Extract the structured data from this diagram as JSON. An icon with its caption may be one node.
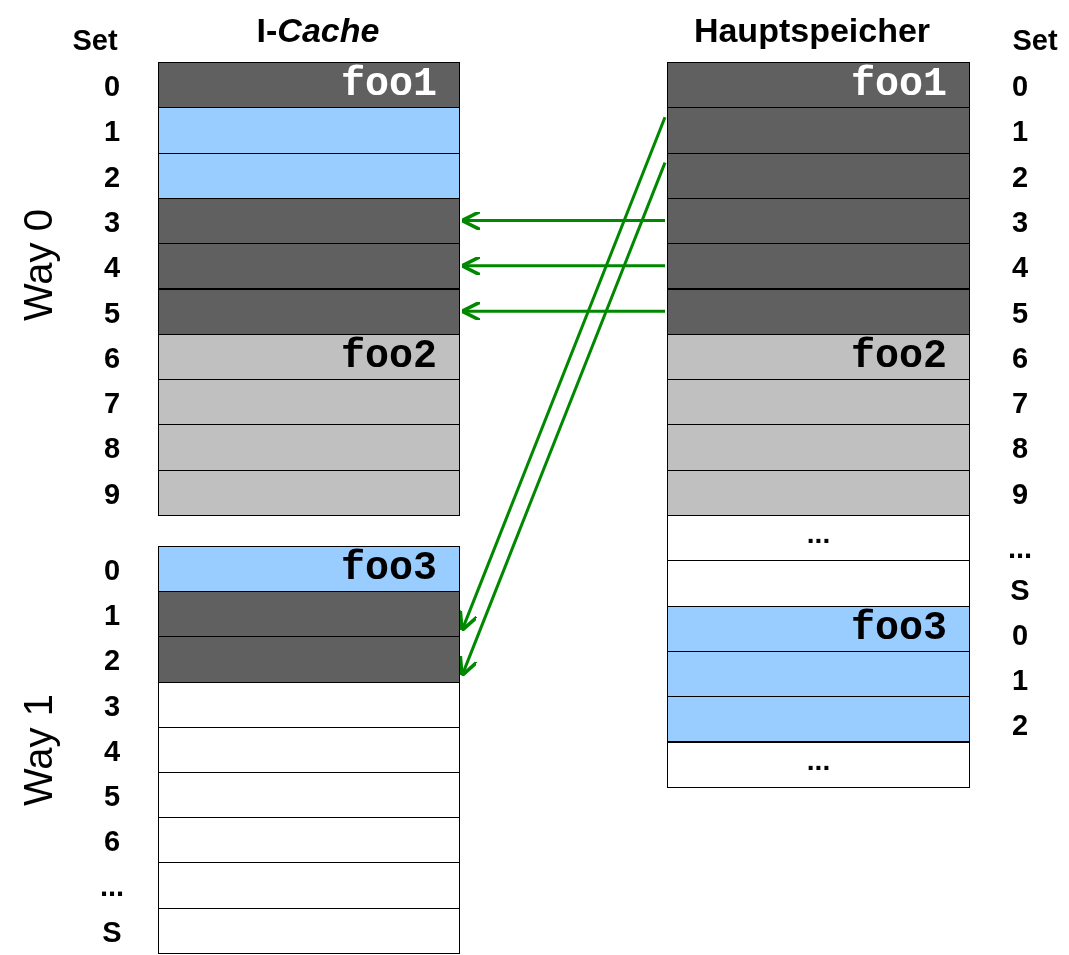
{
  "diagram": {
    "nodes": [
      {
        "text": [
          "foo1"
        ]
      },
      {
        "text": [],
        "shape": "box"
      },
      {
        "text": [],
        "shape": "box"
      },
      {
        "text": [],
        "shape": "box"
      },
      {
        "text": [],
        "shape": "box"
      },
      {
        "text": [],
        "shape": "box"
      },
      {
        "text": [
          "foo2"
        ]
      },
      {
        "text": [],
        "shape": "box"
      },
      {
        "text": [],
        "shape": "box"
      },
      {
        "text": [],
        "shape": "box"
      },
      {
        "text": [
          "foo3"
        ]
      },
      {
        "text": [],
        "shape": "box"
      },
      {
        "text": [],
        "shape": "box"
      },
      {
        "text": [],
        "shape": "box"
      },
      {
        "text": [],
        "shape": "box"
      },
      {
        "text": [],
        "shape": "box"
      },
      {
        "text": [],
        "shape": "box"
      },
      {
        "text": [],
        "shape": "box"
      },
      {
        "text": [],
        "shape": "box"
      },
      {
        "text": [
          "foo1"
        ]
      },
      {
        "text": [],
        "shape": "box"
      },
      {
        "text": [],
        "shape": "box"
      },
      {
        "text": [],
        "shape": "box"
      },
      {
        "text": [],
        "shape": "box"
      },
      {
        "text": [],
        "shape": "box"
      },
      {
        "text": [
          "foo2"
        ]
      },
      {
        "text": [],
        "shape": "box"
      },
      {
        "text": [],
        "shape": "box"
      },
      {
        "text": [],
        "shape": "box"
      },
      {
        "text": [
          "..."
        ]
      },
      {
        "text": [],
        "shape": "box"
      },
      {
        "text": [
          "foo3"
        ]
      },
      {
        "text": [],
        "shape": "box"
      },
      {
        "text": [],
        "shape": "box"
      },
      {
        "text": [
          "..."
        ]
      }
    ],
    "edges": [
      {
        "from": 20,
        "to": 11,
        "arrow": "to"
      },
      {
        "from": 21,
        "to": 12,
        "arrow": "to"
      },
      {
        "from": 22,
        "to": 3,
        "arrow": "to"
      },
      {
        "from": 23,
        "to": 4,
        "arrow": "to"
      },
      {
        "from": 24,
        "to": 5,
        "arrow": "to"
      }
    ],
    "labels": [
      "Set",
      "I-*Cache*",
      "Hauptspeicher",
      "Set",
      "0",
      "1",
      "2",
      "3",
      "4",
      "5",
      "6",
      "7",
      "8",
      "9",
      "Way 0",
      "0",
      "1",
      "2",
      "3",
      "4",
      "5",
      "6",
      "...",
      "S",
      "Way 1",
      "0",
      "1",
      "2",
      "3",
      "4",
      "5",
      "6",
      "7",
      "8",
      "9",
      "...",
      "S",
      "0",
      "1",
      "2"
    ]
  }
}
